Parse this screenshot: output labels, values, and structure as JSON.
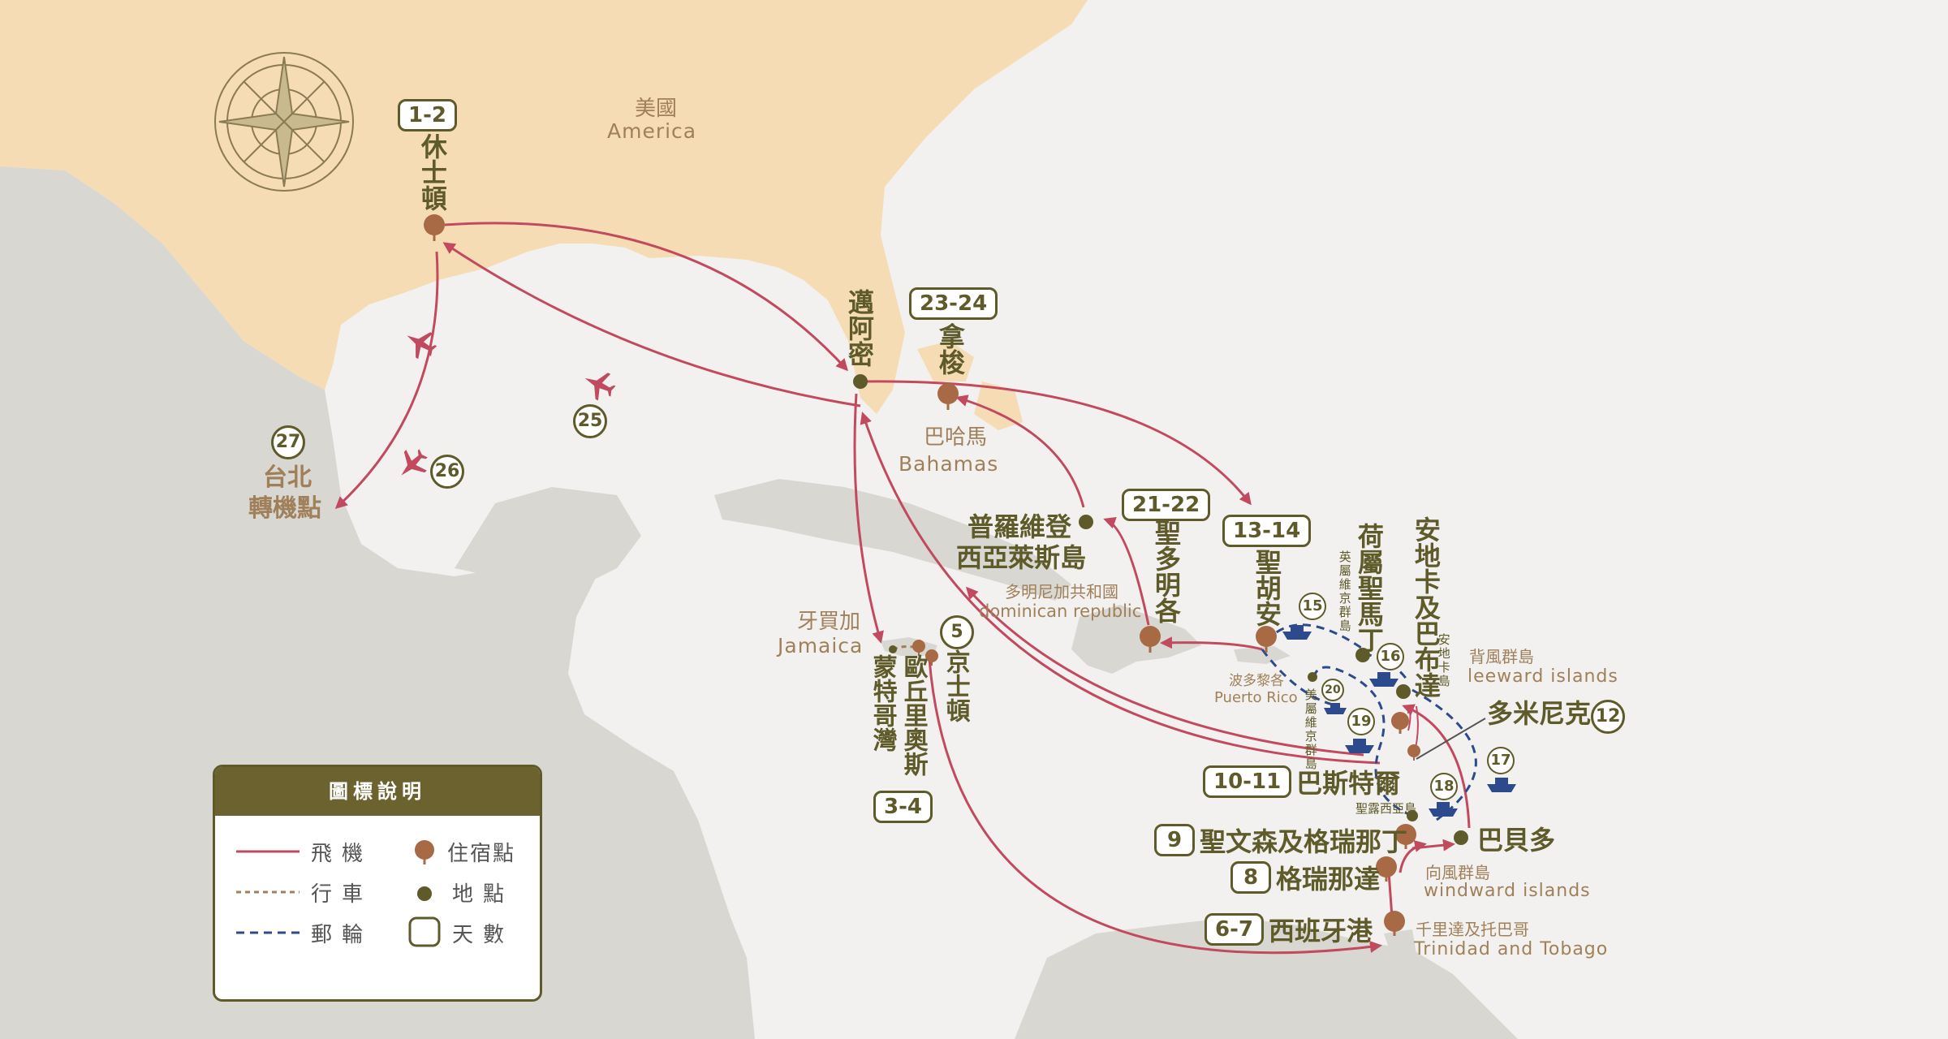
{
  "colors": {
    "flight": "#c24a5e",
    "drive": "#a0805a",
    "cruise": "#2c4a8c",
    "land": "#d9d7d2",
    "usa": "#f6dcb5",
    "sea": "#f2f1ef",
    "lodging_pin": "#a86a45",
    "place_dot": "#5e5a2a",
    "legend_header": "#6b6230"
  },
  "icons": [
    "compass-rose-icon",
    "airplane-icon",
    "ship-icon",
    "lodging-pin-icon",
    "place-dot-icon"
  ],
  "regions": {
    "usa_zh": "美國",
    "usa_en": "America",
    "bahamas_zh": "巴哈馬",
    "bahamas_en": "Bahamas",
    "jamaica_zh": "牙買加",
    "jamaica_en": "Jamaica",
    "dominican_zh": "多明尼加共和國",
    "dominican_en": "dominican republic",
    "puertorico_zh": "波多黎各",
    "puertorico_en": "Puerto Rico",
    "leeward_zh": "背風群島",
    "leeward_en": "leeward islands",
    "windward_zh": "向風群島",
    "windward_en": "windward islands",
    "trinidad_zh": "千里達及托巴哥",
    "trinidad_en": "Trinidad and Tobago",
    "bvi": "英屬維京群島",
    "usvi": "美屬維京群島",
    "antigua_small": "安地卡島",
    "stlucia_small": "聖露西亞島"
  },
  "stops": {
    "houston": {
      "days": "1-2",
      "name": "休士頓"
    },
    "miami": {
      "name": "邁阿密"
    },
    "nassau": {
      "days": "23-24",
      "name": "拿梭"
    },
    "freeport": {
      "name_line1": "普羅維登",
      "name_line2": "西亞萊斯島"
    },
    "santo_domingo": {
      "days": "21-22",
      "name": "聖多明各"
    },
    "san_juan": {
      "days": "13-14",
      "name": "聖胡安"
    },
    "st_maarten": {
      "name": "荷屬聖馬丁"
    },
    "antigua": {
      "name": "安地卡及巴布達"
    },
    "dominica": {
      "name": "多米尼克",
      "day": "12"
    },
    "bridgetown": {
      "days": "10-11",
      "name": "巴斯特爾"
    },
    "st_vincent": {
      "days": "9",
      "name": "聖文森及格瑞那丁"
    },
    "barbados": {
      "name": "巴貝多"
    },
    "grenada": {
      "days": "8",
      "name": "格瑞那達"
    },
    "port_of_spain": {
      "days": "6-7",
      "name": "西班牙港"
    },
    "kingston": {
      "days": "5",
      "name": "京士頓"
    },
    "montego_bay": {
      "name": "蒙特哥灣"
    },
    "ocho_rios": {
      "name": "歐丘里奧斯"
    },
    "jamaica_days": "3-4",
    "taipei": {
      "day": "27",
      "name_line1": "台北",
      "name_line2": "轉機點"
    }
  },
  "flight_days": [
    "25",
    "26"
  ],
  "cruise_days": [
    "15",
    "16",
    "17",
    "18",
    "19",
    "20"
  ],
  "legend": {
    "title": "圖標說明",
    "flight": "飛機",
    "drive": "行車",
    "cruise": "郵輪",
    "lodging": "住宿點",
    "place": "地點",
    "days": "天數"
  }
}
